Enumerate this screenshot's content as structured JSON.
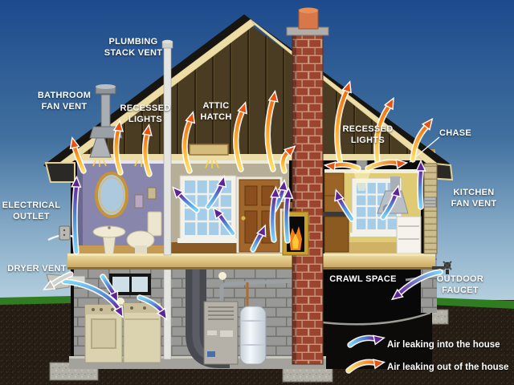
{
  "diagram": {
    "labels": {
      "plumbing_stack_vent": {
        "line1": "PLUMBING",
        "line2": "STACK VENT"
      },
      "bathroom_fan_vent": {
        "line1": "BATHROOM",
        "line2": "FAN VENT"
      },
      "recessed_lights_left": {
        "line1": "RECESSED",
        "line2": "LIGHTS"
      },
      "attic_hatch": {
        "line1": "ATTIC",
        "line2": "HATCH"
      },
      "recessed_lights_right": {
        "line1": "RECESSED",
        "line2": "LIGHTS"
      },
      "chase": {
        "line1": "CHASE"
      },
      "electrical_outlet": {
        "line1": "ELECTRICAL",
        "line2": "OUTLET"
      },
      "kitchen_fan_vent": {
        "line1": "KITCHEN",
        "line2": "FAN VENT"
      },
      "dryer_vent": {
        "line1": "DRYER VENT"
      },
      "crawl_space": {
        "line1": "CRAWL SPACE"
      },
      "outdoor_faucet": {
        "line1": "OUTDOOR",
        "line2": "FAUCET"
      }
    },
    "legend": {
      "air_in": {
        "label": "Air leaking into the house",
        "arrow_color_start": "#7cd4f4",
        "arrow_color_end": "#6a28a0"
      },
      "air_out": {
        "label": "Air leaking out of the house",
        "arrow_color_start": "#ffd84a",
        "arrow_color_end": "#f07010"
      }
    },
    "colors": {
      "sky_top": "#1d4a8c",
      "sky_horizon": "#b8d2e0",
      "label_text": "#ffffff"
    }
  }
}
